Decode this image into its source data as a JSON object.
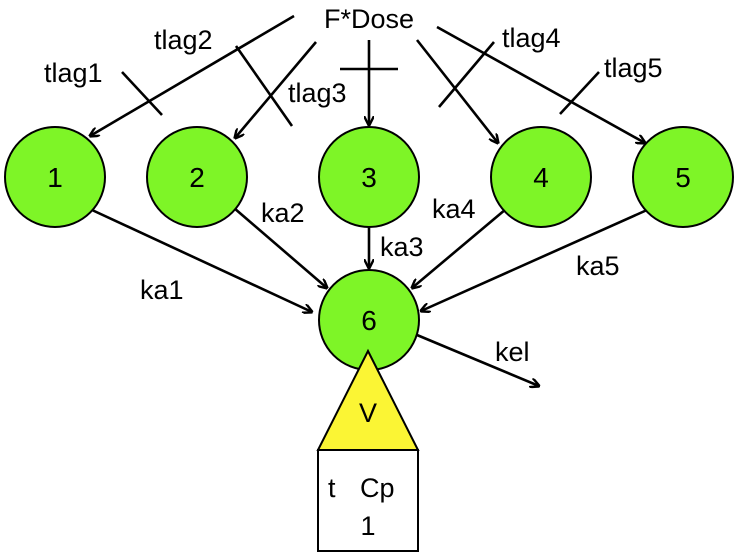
{
  "diagram": {
    "dose_label": "F*Dose",
    "colors": {
      "compartment_fill": "#7ef527",
      "volume_fill": "#fbf534",
      "stroke": "#000000",
      "background": "#ffffff"
    },
    "absorption_compartments": [
      {
        "id": "1",
        "label": "1",
        "lag_label": "tlag1",
        "rate_label": "ka1"
      },
      {
        "id": "2",
        "label": "2",
        "lag_label": "tlag2",
        "rate_label": "ka2"
      },
      {
        "id": "3",
        "label": "3",
        "lag_label": "tlag3",
        "rate_label": "ka3"
      },
      {
        "id": "4",
        "label": "4",
        "lag_label": "tlag4",
        "rate_label": "ka4"
      },
      {
        "id": "5",
        "label": "5",
        "lag_label": "tlag5",
        "rate_label": "ka5"
      }
    ],
    "central_compartment": {
      "id": "6",
      "label": "6"
    },
    "elimination_label": "kel",
    "volume_label": "V",
    "output_table": {
      "headers": [
        "t",
        "Cp"
      ],
      "value": "1"
    },
    "edges": [
      {
        "from": "F*Dose",
        "to": "1",
        "label": "tlag1"
      },
      {
        "from": "F*Dose",
        "to": "2",
        "label": "tlag2"
      },
      {
        "from": "F*Dose",
        "to": "3",
        "label": "tlag3"
      },
      {
        "from": "F*Dose",
        "to": "4",
        "label": "tlag4"
      },
      {
        "from": "F*Dose",
        "to": "5",
        "label": "tlag5"
      },
      {
        "from": "1",
        "to": "6",
        "label": "ka1"
      },
      {
        "from": "2",
        "to": "6",
        "label": "ka2"
      },
      {
        "from": "3",
        "to": "6",
        "label": "ka3"
      },
      {
        "from": "4",
        "to": "6",
        "label": "ka4"
      },
      {
        "from": "5",
        "to": "6",
        "label": "ka5"
      },
      {
        "from": "6",
        "to": "out",
        "label": "kel"
      }
    ]
  }
}
